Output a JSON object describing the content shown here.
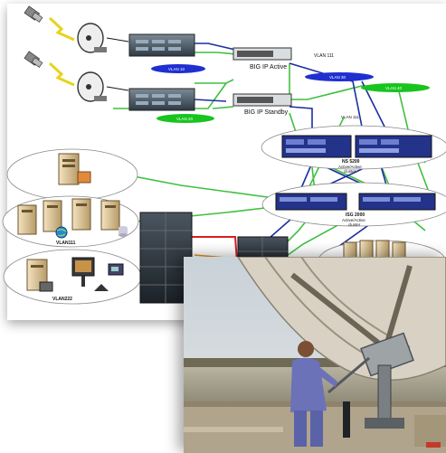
{
  "diagram": {
    "labels": {
      "vlan10": "VLAN 10",
      "vlan20": "VLAN 20",
      "vlan30": "VLAN 30",
      "vlan40": "VLAN 40",
      "vlan111_top": "VLAN 111",
      "vlan111_mid": "VLAN 111",
      "vlan111_group": "VLAN111",
      "vlan222_group": "VLAN222",
      "bigip_active": "BIG IP Active",
      "bigip_standby": "BIG IP Standby",
      "ns5200_line1": "NS 5200",
      "ns5200_line2": "Active/Active",
      "ns5200_line3": "cluster",
      "isg2000_line1": "ISG 2000",
      "isg2000_line2": "Active/Active",
      "isg2000_line3": "cluster"
    }
  },
  "photo": {
    "subject": "technician adjusting satellite dish mount near river"
  }
}
